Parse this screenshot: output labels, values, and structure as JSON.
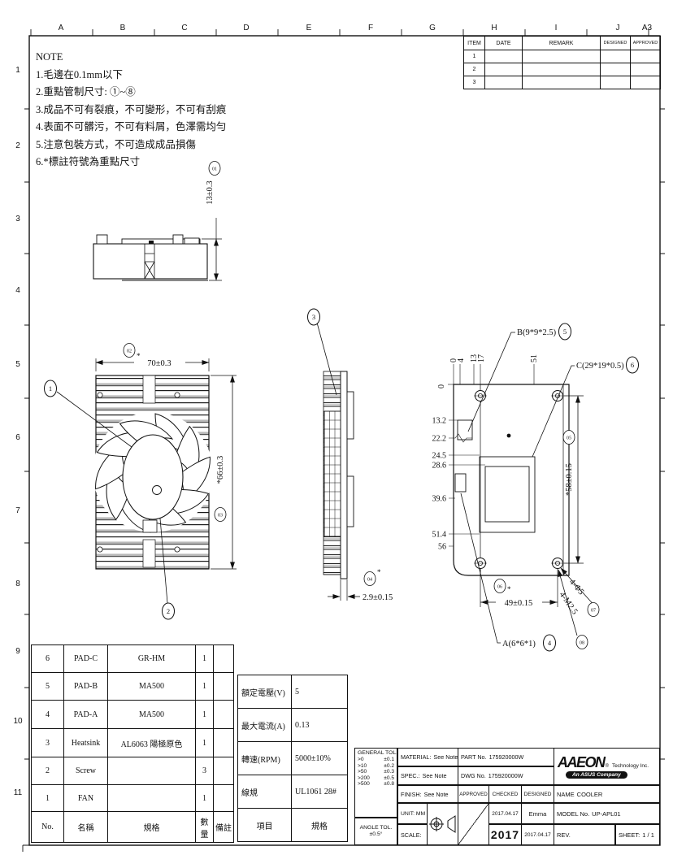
{
  "colors": {
    "line": "#111111",
    "shade": "#b9b9b9",
    "bg": "#ffffff"
  },
  "sheet": {
    "size": "A3",
    "cols": [
      "A",
      "B",
      "C",
      "D",
      "E",
      "F",
      "G",
      "H",
      "I",
      "J"
    ],
    "rows": [
      "1",
      "2",
      "3",
      "4",
      "5",
      "6",
      "7",
      "8",
      "9",
      "10",
      "11"
    ]
  },
  "notes": {
    "title": "NOTE",
    "lines": [
      "1.毛邊在0.1mm以下",
      "2.重點管制尺寸: ①~⑧",
      "3.成品不可有裂痕，不可變形，不可有刮痕",
      "4.表面不可髒污，不可有料屑，色澤需均勻",
      "5.注意包裝方式，不可造成成品損傷",
      "6.*標註符號為重點尺寸"
    ]
  },
  "revision": {
    "headers": [
      "ITEM",
      "DATE",
      "REMARK",
      "DESIGNED",
      "APPROVED"
    ],
    "rows": [
      "1",
      "2",
      "3"
    ]
  },
  "views": {
    "side": {
      "dim": "13±0.3",
      "dim_id": "01"
    },
    "front": {
      "width": "70±0.3",
      "width_id": "02",
      "width_star": "*",
      "height": "*66±0.3",
      "height_id": "03",
      "balloon_frame": "1",
      "balloon_fan": "2"
    },
    "profile": {
      "balloon": "3",
      "depth": "2.9±0.15",
      "depth_id": "04",
      "depth_star": "*"
    },
    "mount": {
      "pad_b": "B(9*9*2.5)",
      "pad_b_num": "5",
      "pad_c": "C(29*19*0.5)",
      "pad_c_num": "6",
      "pad_a": "A(6*6*1)",
      "pad_a_num": "4",
      "zero": "0",
      "top_dims": [
        "0",
        "4",
        "13",
        "17",
        "51"
      ],
      "left_dims": [
        "13.2",
        "22.2",
        "24.5",
        "28.6",
        "39.6",
        "51.4",
        "56"
      ],
      "height": "*58±0.15",
      "height_id": "05",
      "width": "49±0.15",
      "width_id": "06",
      "width_star": "*",
      "holes": "4-Φ5",
      "holes_id": "07",
      "thread": "4-M2.5",
      "thread_id": "08"
    }
  },
  "bom": {
    "header": [
      "No.",
      "名稱",
      "規格",
      "數量",
      "備註"
    ],
    "rows": [
      [
        "6",
        "PAD-C",
        "GR-HM",
        "1",
        ""
      ],
      [
        "5",
        "PAD-B",
        "MA500",
        "1",
        ""
      ],
      [
        "4",
        "PAD-A",
        "MA500",
        "1",
        ""
      ],
      [
        "3",
        "Heatsink",
        "AL6063 陽極原色",
        "1",
        ""
      ],
      [
        "2",
        "Screw",
        "",
        "3",
        ""
      ],
      [
        "1",
        "FAN",
        "",
        "1",
        ""
      ]
    ]
  },
  "spec": {
    "rows": [
      [
        "額定電壓(V)",
        "5"
      ],
      [
        "最大電流(A)",
        "0.13"
      ],
      [
        "轉速(RPM)",
        "5000±10%"
      ],
      [
        "線規",
        "UL1061 28#"
      ]
    ],
    "footer": [
      "項目",
      "規格"
    ]
  },
  "title_block": {
    "general_tol": {
      "title": "GENERAL TOL.",
      "rows": [
        [
          ">0",
          "±0.1"
        ],
        [
          ">10",
          "±0.2"
        ],
        [
          ">50",
          "±0.3"
        ],
        [
          ">200",
          "±0.5"
        ],
        [
          ">500",
          "±0.8"
        ]
      ],
      "angle_title": "ANGLE TOL.",
      "angle_value": "±0.5°"
    },
    "material_label": "MATERIAL:",
    "material_value": "See Note",
    "spec_label": "SPEC.:",
    "spec_value": "See Note",
    "finish_label": "FINISH:",
    "finish_value": "See Note",
    "unit": "UNIT: MM",
    "scale": "SCALE:",
    "part_label": "PART No.",
    "part_value": "175920000W",
    "dwg_label": "DWG No.",
    "dwg_value": "175920000W",
    "approved": "APPROVED",
    "checked": "CHECKED",
    "designed": "DESIGNED",
    "checked_date": "2017.04.17",
    "checked_stamp": "2017",
    "designed_name": "Emma",
    "designed_date": "2017.04.17",
    "brand": {
      "name": "AAEON",
      "reg": "®",
      "suffix": "Technology Inc.",
      "tagline": "An ASUS Company"
    },
    "name_label": "NAME",
    "name_value": "COOLER",
    "model_label": "MODEL No.",
    "model_value": "UP-APL01",
    "rev_label": "REV.",
    "sheet_label": "SHEET:",
    "sheet_value": "1 / 1"
  }
}
